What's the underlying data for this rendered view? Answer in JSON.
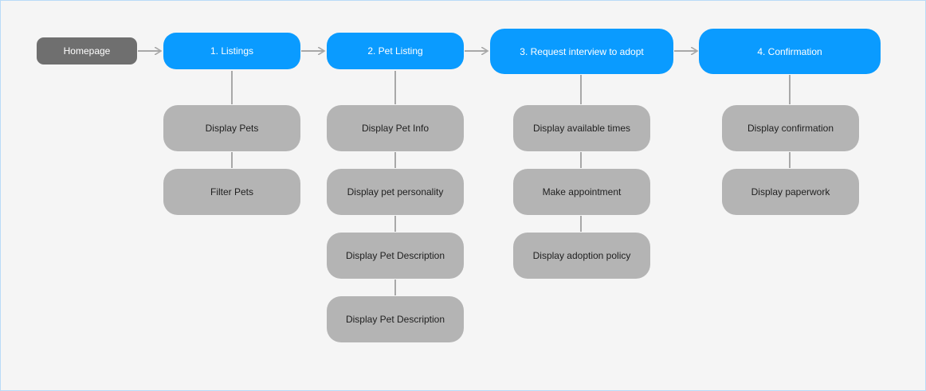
{
  "diagram": {
    "homepage": "Homepage",
    "steps": [
      "1. Listings",
      "2. Pet Listing",
      "3. Request interview to adopt",
      "4. Confirmation"
    ],
    "children": [
      [
        "Display Pets",
        "Filter Pets"
      ],
      [
        "Display Pet Info",
        "Display pet personality",
        "Display Pet Description",
        "Display Pet Description"
      ],
      [
        "Display available times",
        "Make appointment",
        "Display adoption policy"
      ],
      [
        "Display confirmation",
        "Display paperwork"
      ]
    ]
  }
}
